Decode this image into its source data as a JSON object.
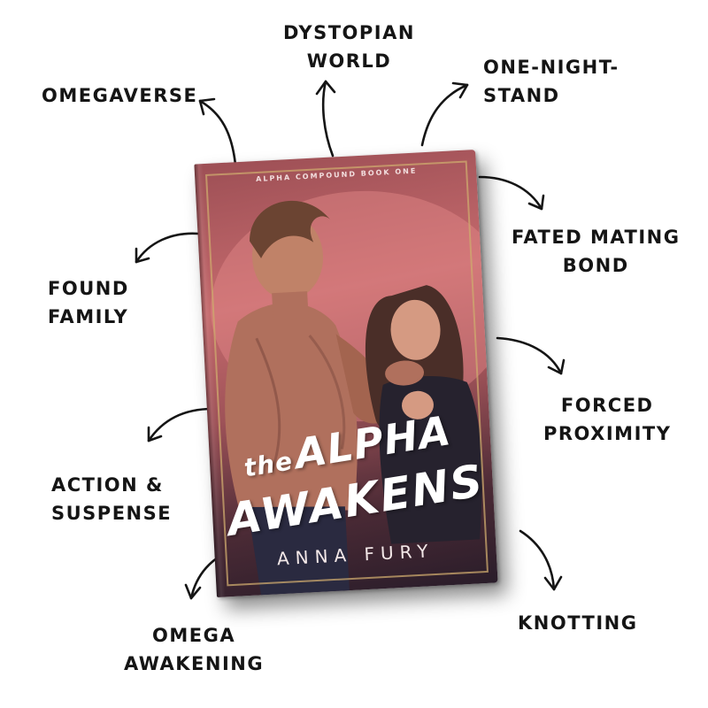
{
  "tropes": {
    "omegaverse": "OMEGAVERSE",
    "dystopian_line1": "DYSTOPIAN",
    "dystopian_line2": "WORLD",
    "one_night_line1": "ONE-NIGHT-",
    "one_night_line2": "STAND",
    "fated_line1": "FATED MATING",
    "fated_line2": "BOND",
    "found_line1": "FOUND",
    "found_line2": "FAMILY",
    "forced_line1": "FORCED",
    "forced_line2": "PROXIMITY",
    "action_line1": "ACTION &",
    "action_line2": "SUSPENSE",
    "omega_awake_line1": "OMEGA",
    "omega_awake_line2": "AWAKENING",
    "knotting": "KNOTTING"
  },
  "book": {
    "series": "ALPHA COMPOUND BOOK ONE",
    "title_article": "the",
    "title_line1": "ALPHA",
    "title_line2": "AWAKENS",
    "author": "ANNA FURY"
  },
  "colors": {
    "cover_pink": "#c56a6d",
    "cover_dark": "#2a1d2a",
    "text": "#151515"
  }
}
